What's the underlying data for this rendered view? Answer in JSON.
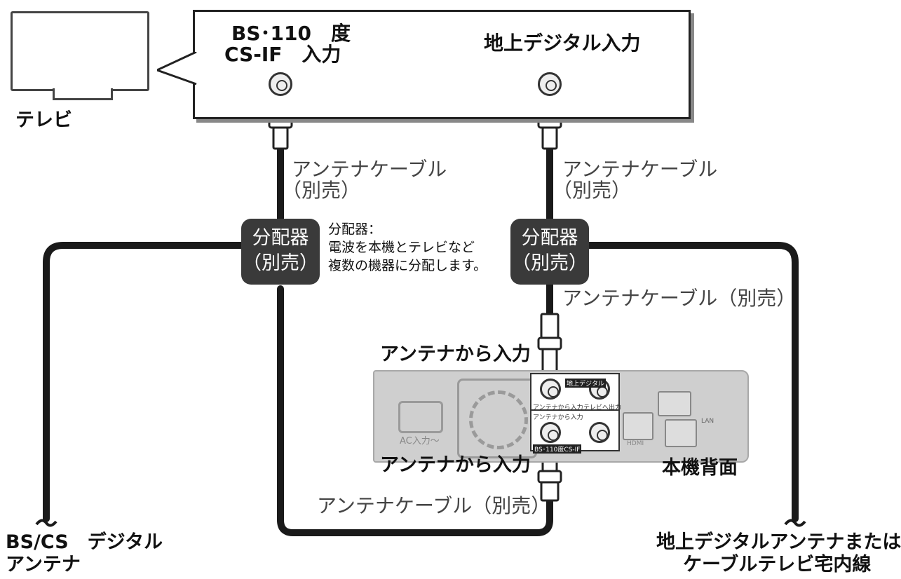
{
  "tv": {
    "label": "テレビ",
    "bs_input_line1": "BS･110　度",
    "bs_input_line2": "CS-IF　入力",
    "terrestrial_input": "地上デジタル入力"
  },
  "cables": {
    "left_upper_line1": "アンテナケーブル",
    "left_upper_line2": "（別売）",
    "right_upper_line1": "アンテナケーブル",
    "right_upper_line2": "（別売）",
    "right_middle": "アンテナケーブル（別売）",
    "bottom": "アンテナケーブル（別売）"
  },
  "splitters": {
    "left_line1": "分配器",
    "left_line2": "（別売）",
    "right_line1": "分配器",
    "right_line2": "（別売）"
  },
  "note": {
    "line1": "分配器：",
    "line2": "電波を本機とテレビなど",
    "line3": "複数の機器に分配します。"
  },
  "recorder": {
    "input_top": "アンテナから入力",
    "input_bottom": "アンテナから入力",
    "rear_label": "本機背面",
    "ac_label": "AC入力～",
    "tiny_terrestrial": "地上デジタル",
    "tiny_antenna_in": "アンテナから入力",
    "tiny_tv_out": "テレビへ出力",
    "tiny_bscs": "BS･110度CS-IF",
    "tiny_lan": "LAN",
    "tiny_hdmi": "HDMI"
  },
  "antennas": {
    "bscs_line1": "BS/CS　デジタル",
    "bscs_line2": "アンテナ",
    "terrestrial_line1": "地上デジタルアンテナまたは",
    "terrestrial_line2": "ケーブルテレビ宅内線"
  },
  "colors": {
    "cable": "#1a1a1a",
    "splitter": "#3a3a3a",
    "panel_bg": "#cfcfcf"
  }
}
